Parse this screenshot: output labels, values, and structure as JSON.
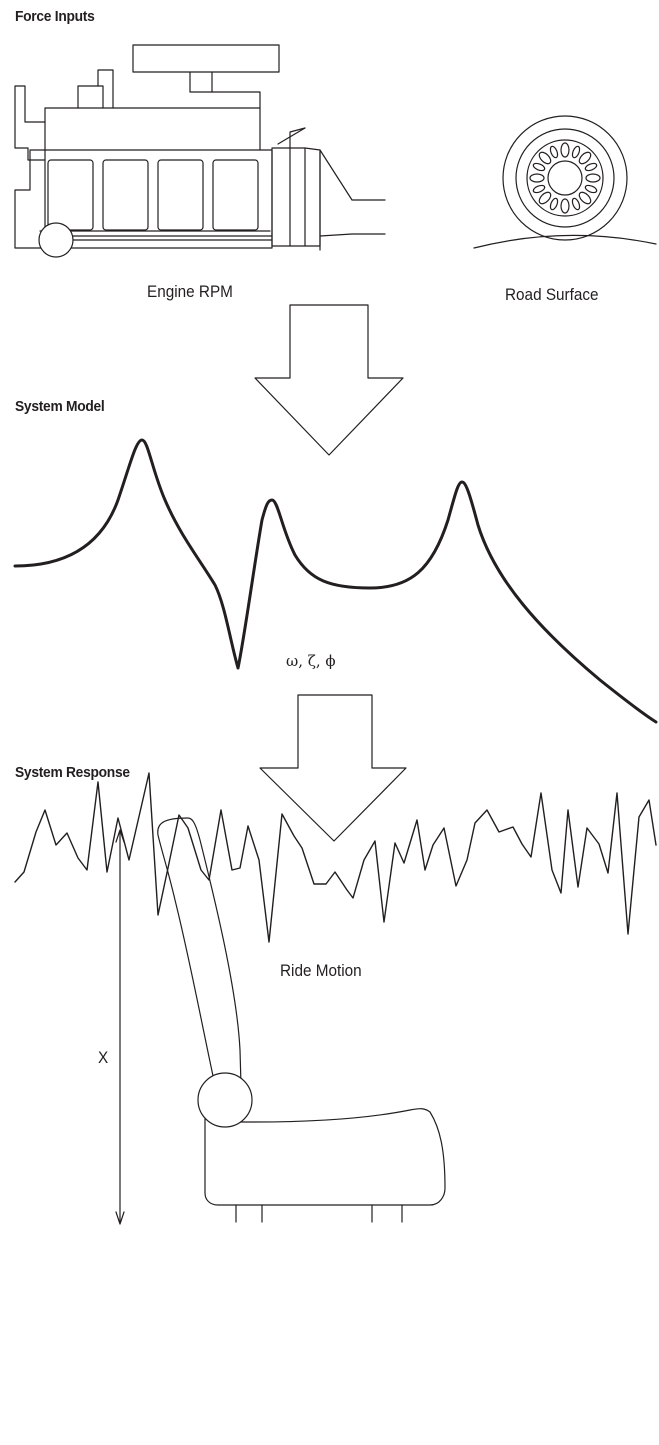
{
  "sections": {
    "force_inputs": {
      "heading": "Force Inputs"
    },
    "system_model": {
      "heading": "System Model",
      "parameters": "ω, ζ, ϕ"
    },
    "system_response": {
      "heading": "System Response"
    }
  },
  "captions": {
    "engine": "Engine RPM",
    "road": "Road Surface",
    "ride": "Ride Motion",
    "seat_axis": "X"
  },
  "colors": {
    "ink": "#231f20",
    "background": "#ffffff"
  }
}
